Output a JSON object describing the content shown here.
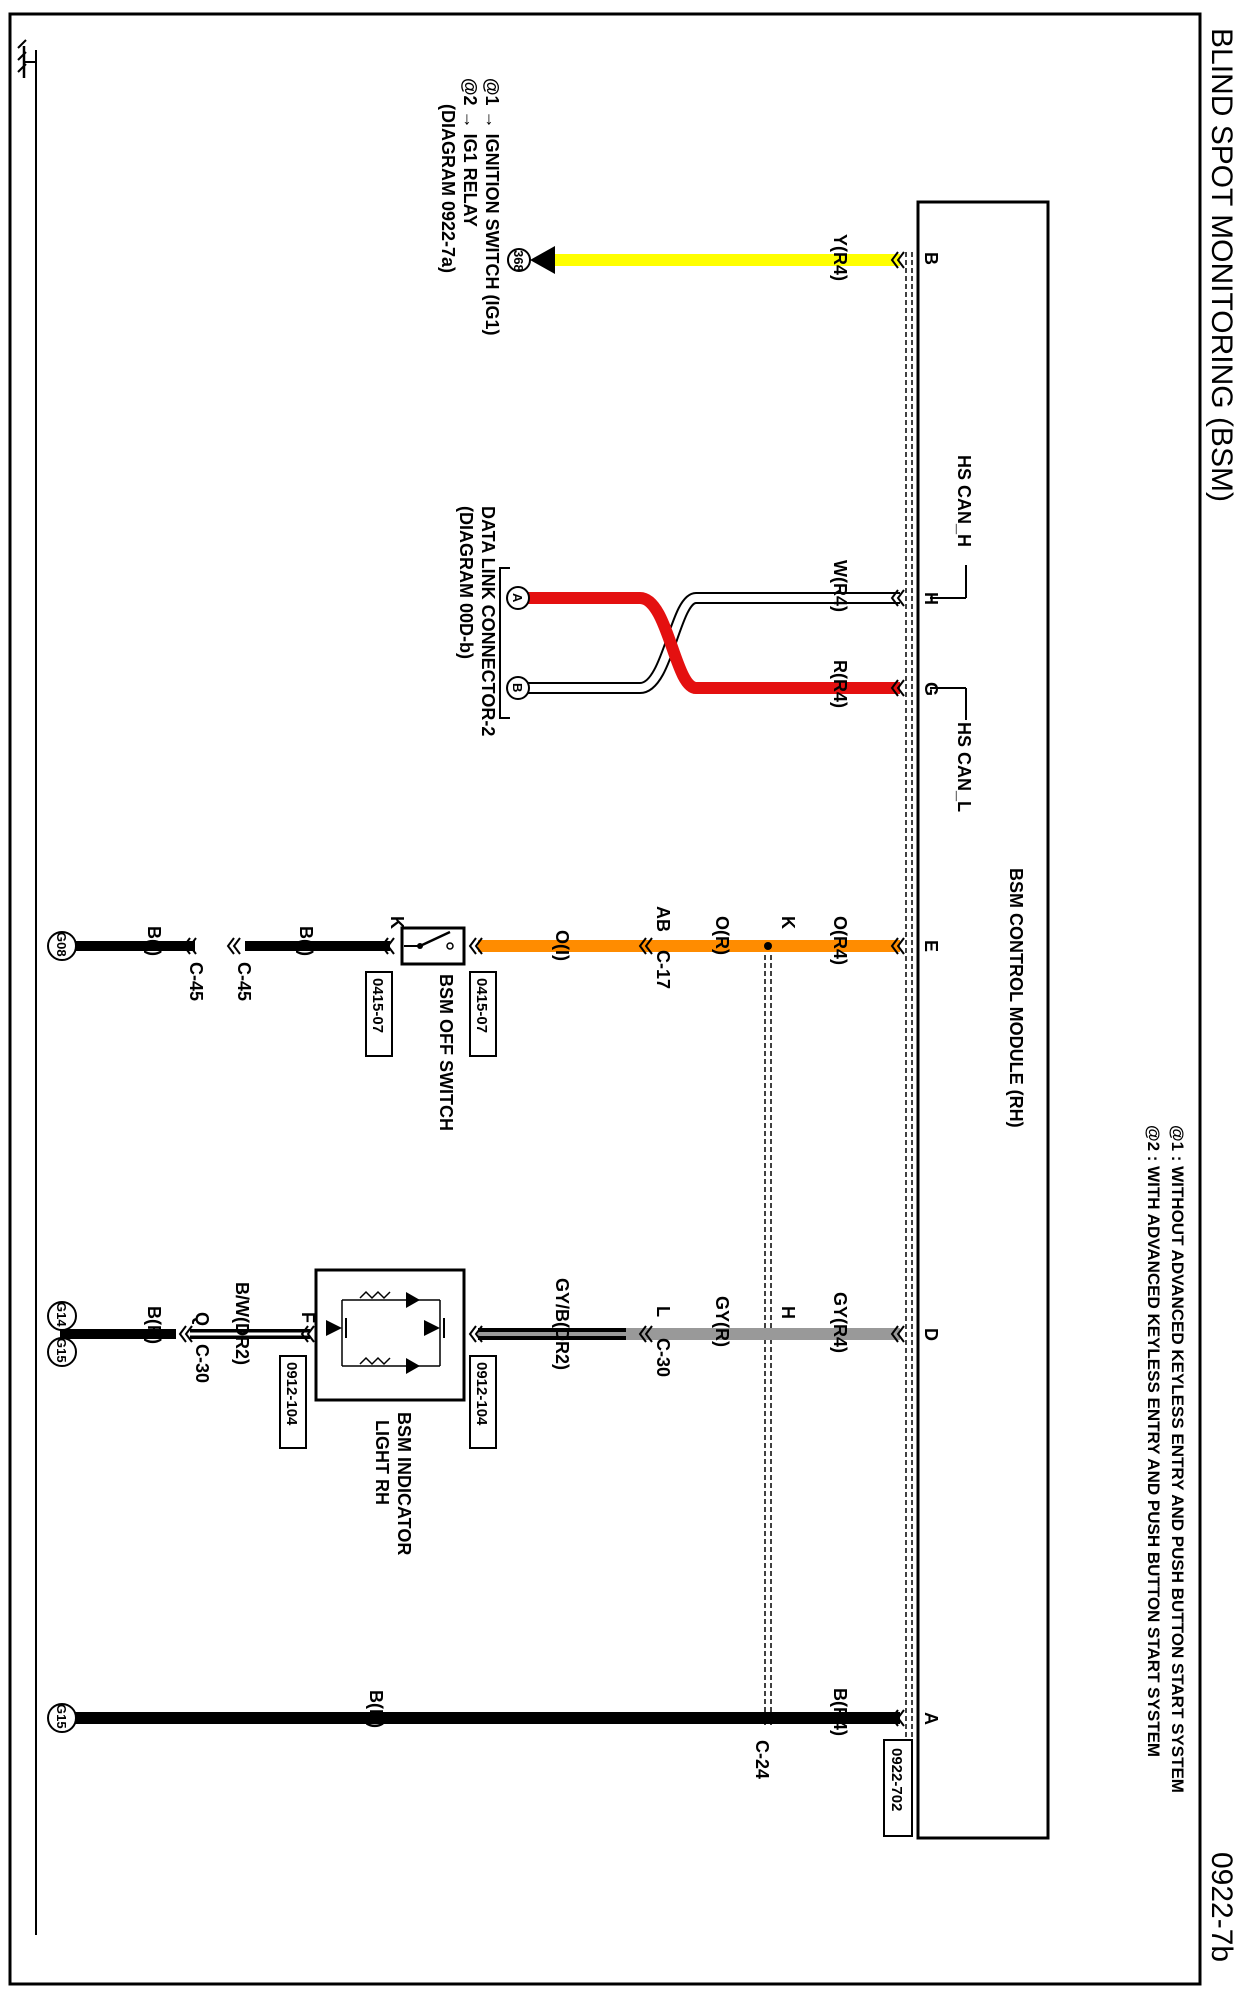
{
  "title": "BLIND SPOT MONITORING (BSM)",
  "diagram_id": "0922-7b",
  "notes": [
    "@1 : WITHOUT ADVANCED KEYLESS ENTRY AND PUSH BUTTON START SYSTEM",
    "@2 : WITH ADVANCED KEYLESS ENTRY AND PUSH BUTTON START SYSTEM"
  ],
  "module": {
    "name": "BSM CONTROL MODULE (RH)",
    "connector": "0922-702",
    "terminals": [
      "B",
      "H",
      "G",
      "E",
      "D",
      "A"
    ]
  },
  "can": {
    "high": "HS CAN_H",
    "low": "HS CAN_L"
  },
  "wires": {
    "b_r4": "Y(R4)",
    "h_r4": "W(R4)",
    "g_r4": "R(R4)",
    "e_r4": "O(R4)",
    "e_mid": "O(R)",
    "e_low": "O(I)",
    "d_r4": "GY(R4)",
    "d_mid": "GY(R)",
    "d_low": "GY/B(DR2)",
    "a_r4": "B(R4)",
    "a_gnd": "B(R)",
    "sw_gnd1": "B(I)",
    "sw_gnd2": "B(I)",
    "ind_gnd1": "B/W(DR2)",
    "ind_gnd2": "B(R)"
  },
  "ignition": {
    "ref": "368",
    "lines": [
      "@1 → IGNITION SWITCH (IG1)",
      "@2 → IG1 RELAY",
      "(DIAGRAM  0922-7a)"
    ]
  },
  "dlc": {
    "lines": [
      "DATA LINK CONNECTOR-2",
      "(DIAGRAM  00D-b)"
    ],
    "pin_a": "A",
    "pin_b": "B"
  },
  "junction": {
    "k": "K",
    "h": "H",
    "c24": "C-24"
  },
  "connectors": {
    "ab": "AB",
    "c17": "C-17",
    "l": "L",
    "c30a": "C-30",
    "k": "K",
    "c45a": "C-45",
    "c45b": "C-45",
    "f": "F",
    "q": "Q",
    "c30b": "C-30"
  },
  "bsm_switch": {
    "name": "BSM OFF SWITCH",
    "conn_top": "0415-07",
    "conn_bottom": "0415-07"
  },
  "bsm_light": {
    "lines": [
      "BSM INDICATOR",
      "LIGHT RH"
    ],
    "conn_top": "0912-104",
    "conn_bottom": "0912-104"
  },
  "grounds": {
    "g08": "G08",
    "g14": "G14",
    "g15a": "G15",
    "g15b": "G15"
  },
  "colors": {
    "yellow": "#ffff00",
    "orange": "#ff8c00",
    "red": "#e41010",
    "gray": "#999999",
    "black": "#000000"
  }
}
